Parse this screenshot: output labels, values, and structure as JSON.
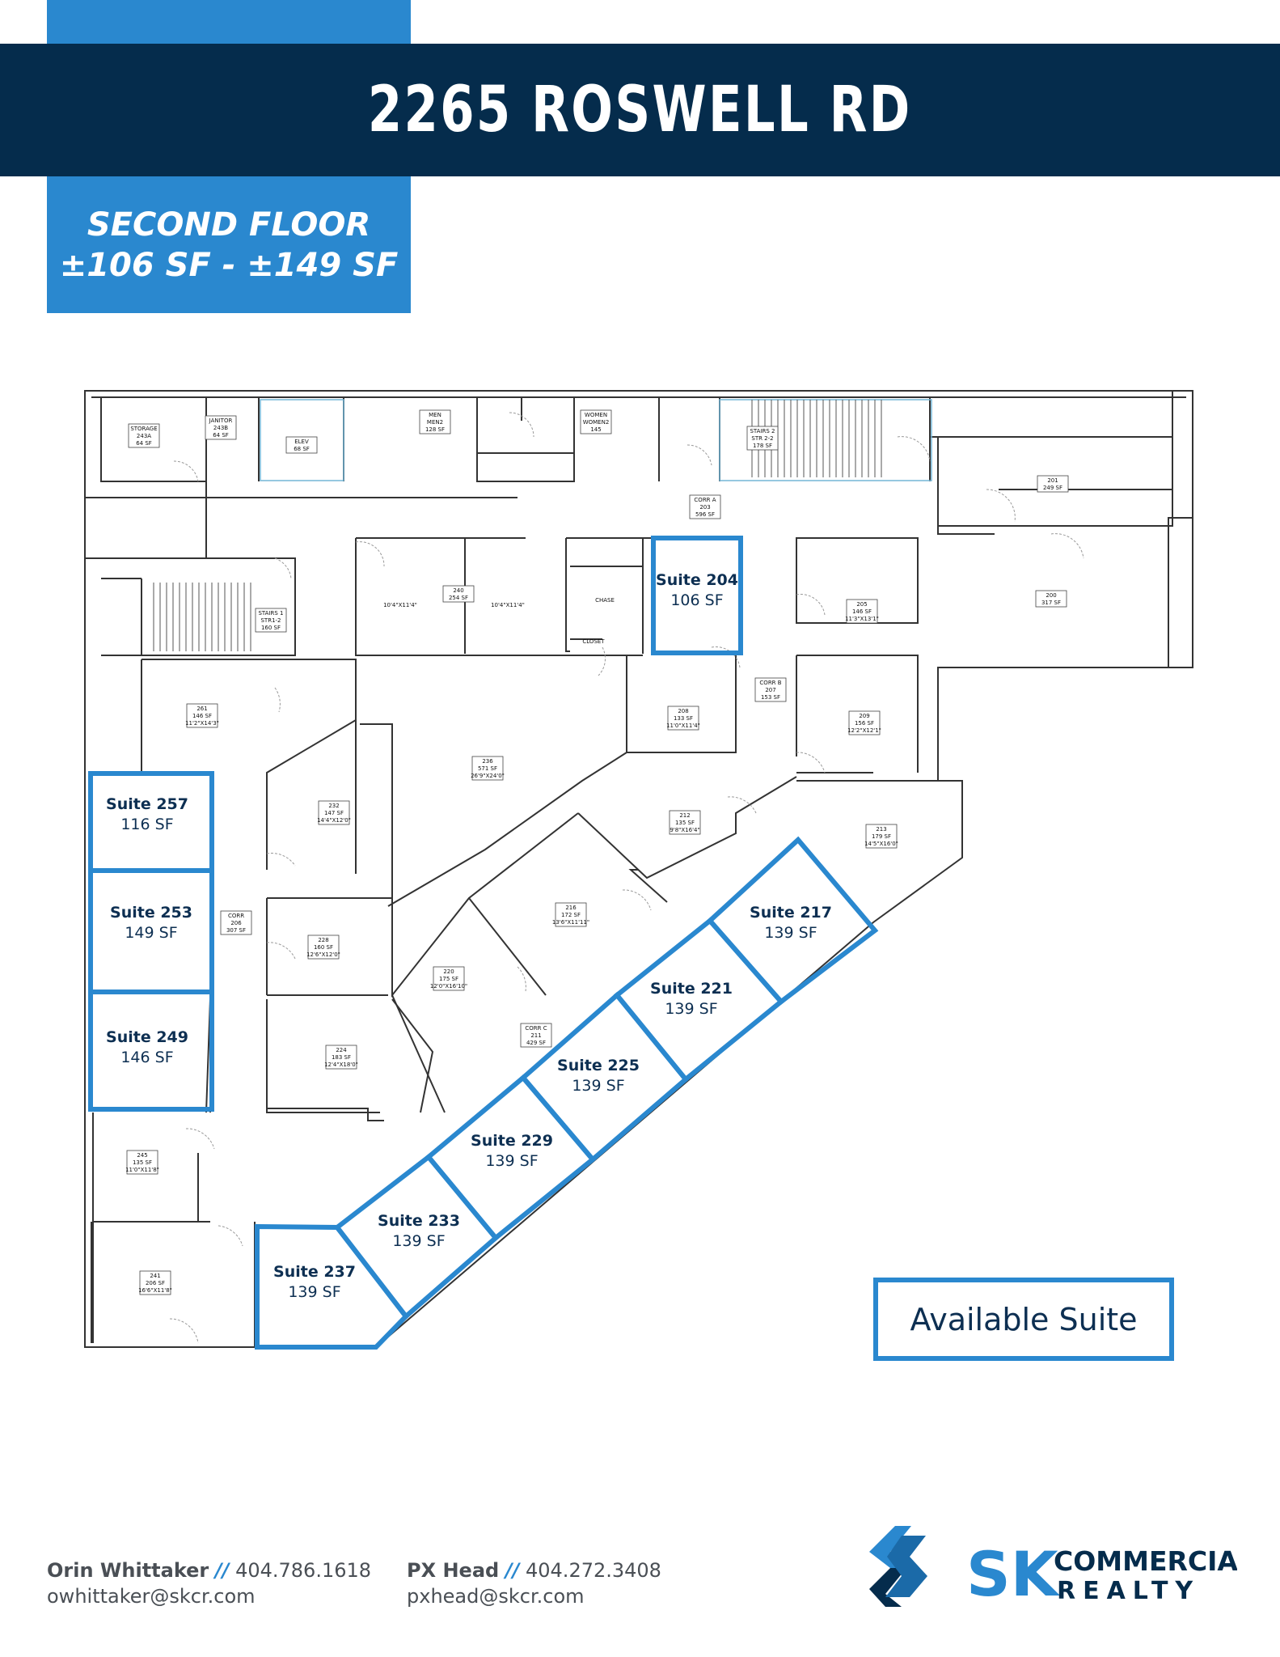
{
  "header": {
    "title": "2265 ROSWELL RD"
  },
  "floor": {
    "line1": "SECOND FLOOR",
    "line2": "±106 SF - ±149 SF"
  },
  "rooms": [
    {
      "id": "storage",
      "lines": [
        "STORAGE",
        "243A",
        "64 SF"
      ]
    },
    {
      "id": "janitor",
      "lines": [
        "JANITOR",
        "243B",
        "64 SF"
      ]
    },
    {
      "id": "elev",
      "lines": [
        "ELEV",
        "68 SF"
      ]
    },
    {
      "id": "men",
      "lines": [
        "MEN",
        "MEN2",
        "128 SF"
      ]
    },
    {
      "id": "women",
      "lines": [
        "WOMEN",
        "WOMEN2",
        "145"
      ]
    },
    {
      "id": "stairs2",
      "lines": [
        "STAIRS 2",
        "STR 2-2",
        "178 SF"
      ]
    },
    {
      "id": "r201",
      "lines": [
        "201",
        "249 SF"
      ]
    },
    {
      "id": "corra",
      "lines": [
        "CORR A",
        "203",
        "596 SF"
      ]
    },
    {
      "id": "r200",
      "lines": [
        "200",
        "317 SF"
      ]
    },
    {
      "id": "stairs1",
      "lines": [
        "STAIRS 1",
        "STR1-2",
        "160 SF"
      ]
    },
    {
      "id": "r240",
      "lines": [
        "240",
        "254 SF"
      ]
    },
    {
      "id": "dim240a",
      "lines": [
        "10'4\"X11'4\""
      ]
    },
    {
      "id": "dim240b",
      "lines": [
        "10'4\"X11'4\""
      ]
    },
    {
      "id": "chase",
      "lines": [
        "CHASE"
      ]
    },
    {
      "id": "closet",
      "lines": [
        "CLOSET"
      ]
    },
    {
      "id": "r205",
      "lines": [
        "205",
        "146 SF",
        "11'3\"X13'1\""
      ]
    },
    {
      "id": "corrb",
      "lines": [
        "CORR B",
        "207",
        "153 SF"
      ]
    },
    {
      "id": "r208",
      "lines": [
        "208",
        "133 SF",
        "11'0\"X11'4\""
      ]
    },
    {
      "id": "r209",
      "lines": [
        "209",
        "156 SF",
        "12'2\"X12'1\""
      ]
    },
    {
      "id": "r261",
      "lines": [
        "261",
        "146 SF",
        "11'2\"X14'3\""
      ]
    },
    {
      "id": "r236",
      "lines": [
        "236",
        "571 SF",
        "26'9\"X24'0\""
      ]
    },
    {
      "id": "r232",
      "lines": [
        "232",
        "147 SF",
        "14'4\"X12'0\""
      ]
    },
    {
      "id": "r212",
      "lines": [
        "212",
        "135 SF",
        "9'8\"X16'4\""
      ]
    },
    {
      "id": "r213",
      "lines": [
        "213",
        "179 SF",
        "14'5\"X16'0\""
      ]
    },
    {
      "id": "r216",
      "lines": [
        "216",
        "172 SF",
        "13'6\"X11'11\""
      ]
    },
    {
      "id": "corr206",
      "lines": [
        "CORR",
        "206",
        "307 SF"
      ]
    },
    {
      "id": "r228",
      "lines": [
        "228",
        "160 SF",
        "12'6\"X12'0\""
      ]
    },
    {
      "id": "r220",
      "lines": [
        "220",
        "175 SF",
        "12'0\"X16'10\""
      ]
    },
    {
      "id": "corrc",
      "lines": [
        "CORR C",
        "211",
        "429 SF"
      ]
    },
    {
      "id": "r224",
      "lines": [
        "224",
        "183 SF",
        "12'4\"X18'0\""
      ]
    },
    {
      "id": "r245",
      "lines": [
        "245",
        "135 SF",
        "11'0\"X11'8\""
      ]
    },
    {
      "id": "r241",
      "lines": [
        "241",
        "206 SF",
        "16'6\"X11'8\""
      ]
    }
  ],
  "suites": [
    {
      "name": "Suite 204",
      "area": "106 SF"
    },
    {
      "name": "Suite 257",
      "area": "116 SF"
    },
    {
      "name": "Suite 253",
      "area": "149 SF"
    },
    {
      "name": "Suite 249",
      "area": "146 SF"
    },
    {
      "name": "Suite 217",
      "area": "139 SF"
    },
    {
      "name": "Suite 221",
      "area": "139 SF"
    },
    {
      "name": "Suite 225",
      "area": "139 SF"
    },
    {
      "name": "Suite 229",
      "area": "139 SF"
    },
    {
      "name": "Suite 233",
      "area": "139 SF"
    },
    {
      "name": "Suite 237",
      "area": "139 SF"
    }
  ],
  "legend": {
    "label": "Available Suite"
  },
  "contacts": [
    {
      "name": "Orin Whittaker",
      "sep": "//",
      "phone": "404.786.1618",
      "email": "owhittaker@skcr.com"
    },
    {
      "name": "PX Head",
      "sep": "//",
      "phone": "404.272.3408",
      "email": "pxhead@skcr.com"
    }
  ],
  "logo": {
    "mark": "SK",
    "line1": "COMMERCIAL",
    "line2": "REALTY"
  },
  "colors": {
    "navy": "#052c4c",
    "blue": "#2a88cf",
    "suite_text": "#0d2f52"
  }
}
